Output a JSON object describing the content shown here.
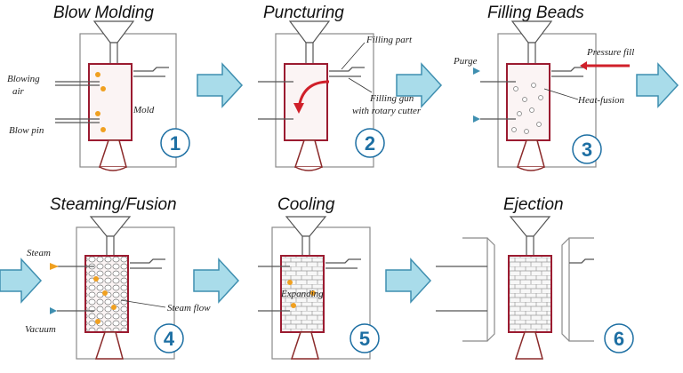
{
  "stages": [
    {
      "number": "1",
      "title": "Blow Molding",
      "labels": {
        "blowing_air_1": "Blowing",
        "blowing_air_2": "air",
        "blow_pin": "Blow pin",
        "mold": "Mold"
      }
    },
    {
      "number": "2",
      "title": "Puncturing",
      "labels": {
        "filling_part": "Filling part",
        "filling_gun_1": "Filling gun",
        "filling_gun_2": "with rotary cutter"
      }
    },
    {
      "number": "3",
      "title": "Filling Beads",
      "labels": {
        "purge": "Purge",
        "pressure_fill": "Pressure fill",
        "heat_fusion": "Heat-fusion"
      }
    },
    {
      "number": "4",
      "title": "Steaming/Fusion",
      "labels": {
        "steam": "Steam",
        "vacuum": "Vacuum",
        "steam_flow": "Steam flow"
      }
    },
    {
      "number": "5",
      "title": "Cooling",
      "labels": {
        "expanding": "Expanding"
      }
    },
    {
      "number": "6",
      "title": "Ejection",
      "labels": {}
    }
  ],
  "colors": {
    "arrow_fill": "#a9dcea",
    "arrow_stroke": "#3f8fb0",
    "mold": "#9b1b30",
    "number": "#1d6fa3",
    "flame": "#f0a020"
  }
}
